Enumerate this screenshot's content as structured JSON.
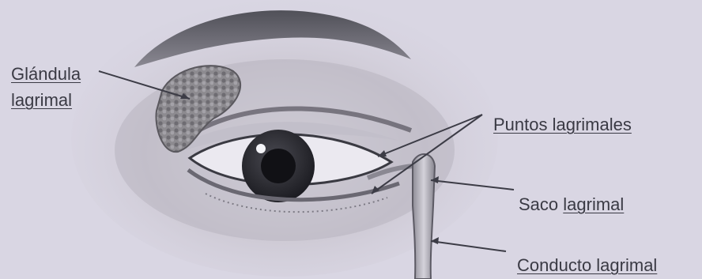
{
  "labels": {
    "glandula_line1": "Glándula",
    "glandula_line2": "lagrimal",
    "puntos": "Puntos lagrimales",
    "saco_word": "Saco",
    "saco_underlined": "lagrimal",
    "conducto": "Conducto lagrimal"
  },
  "colors": {
    "background": "#d9d6e3",
    "text": "#3a3a44",
    "pointer_lines": "#3c3c46",
    "gland": "#7a7878"
  }
}
